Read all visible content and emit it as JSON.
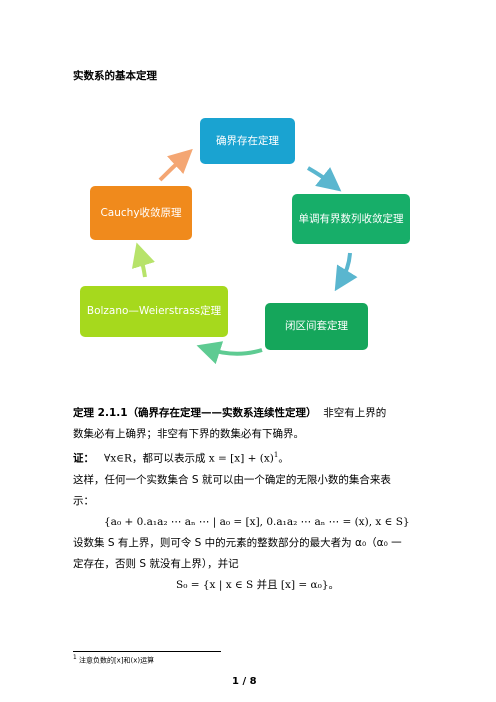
{
  "title": "实数系的基本定理",
  "diagram": {
    "nodes": [
      {
        "label": "确界存在定理"
      },
      {
        "label": "单调有界数列收敛定理"
      },
      {
        "label": "闭区间套定理"
      },
      {
        "label": "Bolzano—Weierstrass定理"
      },
      {
        "label": "Cauchy收敛原理"
      }
    ],
    "colors": {
      "sup": "#1aa3d1",
      "mono": "#17ae69",
      "nested": "#15a65b",
      "bw": "#a6d91d",
      "cauchy": "#f08a1c"
    }
  },
  "theorem": {
    "number": "定理 2.1.1",
    "name": "（确界存在定理——实数系连续性定理）",
    "statement_1": "非空有上界的",
    "statement_2": "数集必有上确界；非空有下界的数集必有下确界。",
    "proof_label": "证：",
    "proof_1": "∀x∈R，都可以表示成 x = [x] + (x)",
    "proof_1_sup": "1",
    "proof_1_end": "。",
    "para_1": "这样，任何一个实数集合 S 就可以由一个确定的无限小数的集合来表",
    "para_1b": "示：",
    "set_formula": "{a₀ + 0.a₁a₂ ⋯ aₙ ⋯ | a₀ = [x], 0.a₁a₂ ⋯ aₙ ⋯ = (x), x ∈ S}",
    "para_2": "设数集 S 有上界，则可令 S 中的元素的整数部分的最大者为 α₀（α₀ 一",
    "para_2b": "定存在，否则 S 就没有上界），并记",
    "s0_formula": "S₀ = {x | x ∈ S 并且 [x] = α₀}。"
  },
  "footnote": {
    "marker": "1",
    "text": "注意负数的[x]和(x)运算"
  },
  "page_number": "1 / 8"
}
